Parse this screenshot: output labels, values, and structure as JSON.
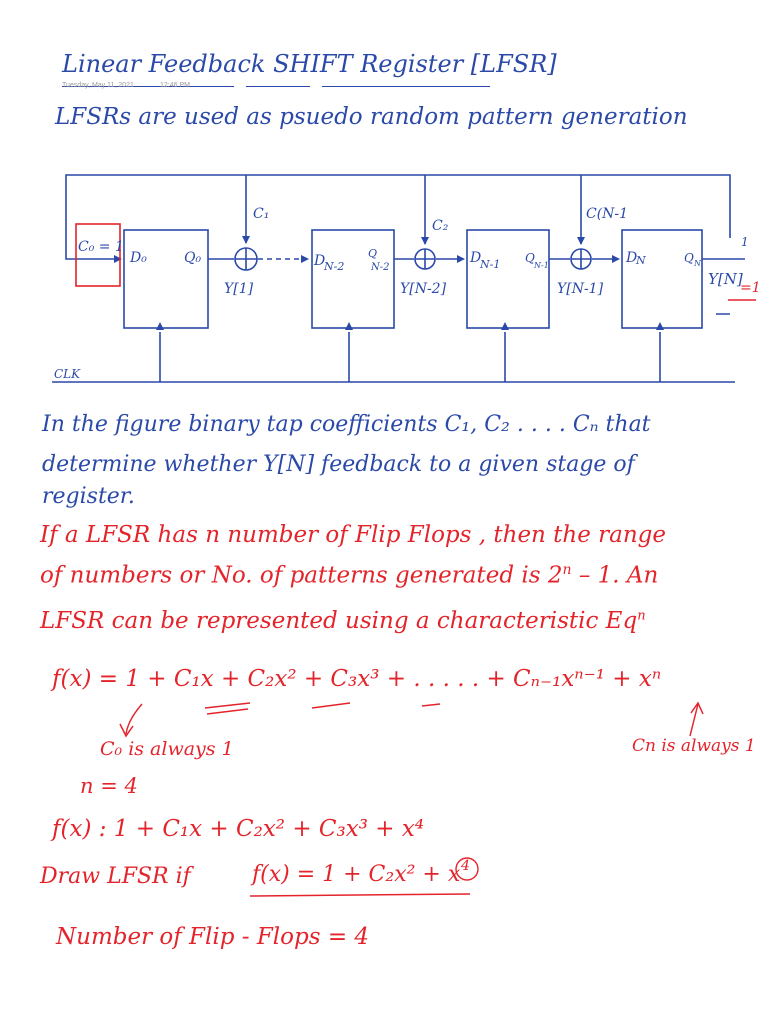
{
  "colors": {
    "blue_ink": "#2a49a8",
    "red_ink": "#e3242b",
    "timestamp": "#9a9a9a"
  },
  "header": {
    "title": "Linear Feedback SHIFT Register [LFSR]",
    "timestamp_date": "Tuesday, May 11, 2021",
    "timestamp_time": "12:46 PM",
    "intro": "LFSRs are used as psuedo random pattern generation"
  },
  "diagram": {
    "init_box": "C₀ = 1",
    "ff1_d": "D₀",
    "ff1_q": "Q₀",
    "ff2_d": "D",
    "ff2_d_sub": "N-2",
    "ff2_q": "Q",
    "ff2_q_sub": "N-2",
    "ff3_d": "D",
    "ff3_d_sub": "N-1",
    "ff3_q": "Q",
    "ff3_q_sub": "N-1",
    "ff4_d": "D",
    "ff4_d_sub": "N",
    "ff4_q": "Q",
    "ff4_q_sub": "N",
    "c1": "C₁",
    "c2": "C₂",
    "cn1": "C(N-1",
    "y1": "Y[1]",
    "yn2": "Y[N-2]",
    "yn1": "Y[N-1]",
    "yn": "Y[N]",
    "yn_red": "=1",
    "out_one": "1",
    "clk": "CLK"
  },
  "blue_notes": [
    "In the figure binary tap coefficients C₁, C₂ . . . . Cₙ that",
    "determine whether Y[N] feedback to a given stage of",
    "register."
  ],
  "red_notes": {
    "line1": "If a LFSR has n number of Flip Flops , then the range",
    "line2_a": "of numbers or No. of patterns generated is 2",
    "line2_sup": "n",
    "line2_b": " – 1. An",
    "line3": "LFSR can be represented using a characteristic Eq",
    "line3_sup": "n",
    "eq1": "f(x) = 1 + C₁x + C₂x² + C₃x³ + . . . . . + Cₙ₋₁xⁿ⁻¹ + xⁿ",
    "c0_note": "C₀ is always 1",
    "cn_note": "Cn is always 1",
    "n_value": "n = 4",
    "eq2": "f(x) : 1 + C₁x + C₂x² + C₃x³ + x⁴",
    "draw_label": "Draw LFSR if",
    "eq3": "f(x) = 1 + C₂x² + x",
    "eq3_circled": "4",
    "ff_count": "Number of Flip - Flops = 4"
  }
}
